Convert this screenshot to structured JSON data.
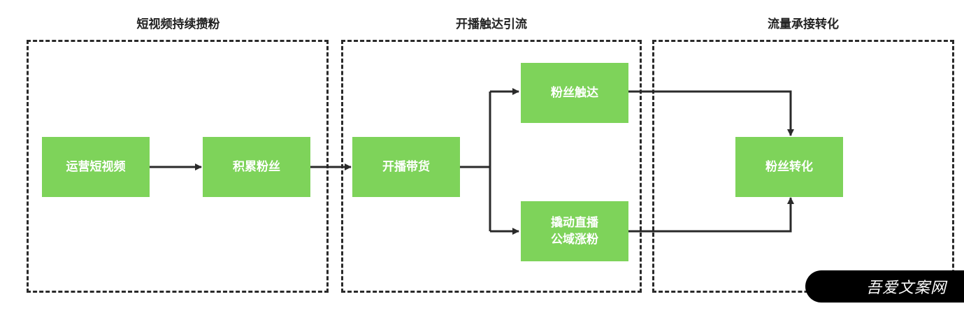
{
  "stages": [
    {
      "title": "短视频持续攒粉"
    },
    {
      "title": "开播触达引流"
    },
    {
      "title": "流量承接转化"
    }
  ],
  "nodes": {
    "run_short_video": "运营短视频",
    "accumulate_fans": "积累粉丝",
    "start_live_sales": "开播带货",
    "fans_reach": "粉丝触达",
    "leverage_live_line1": "撬动直播",
    "leverage_live_line2": "公域涨粉",
    "fans_conversion": "粉丝转化"
  },
  "watermark": "吾爱文案网",
  "colors": {
    "node_fill": "#7ed35a",
    "node_text": "#ffffff",
    "line": "#2a2a2a"
  }
}
